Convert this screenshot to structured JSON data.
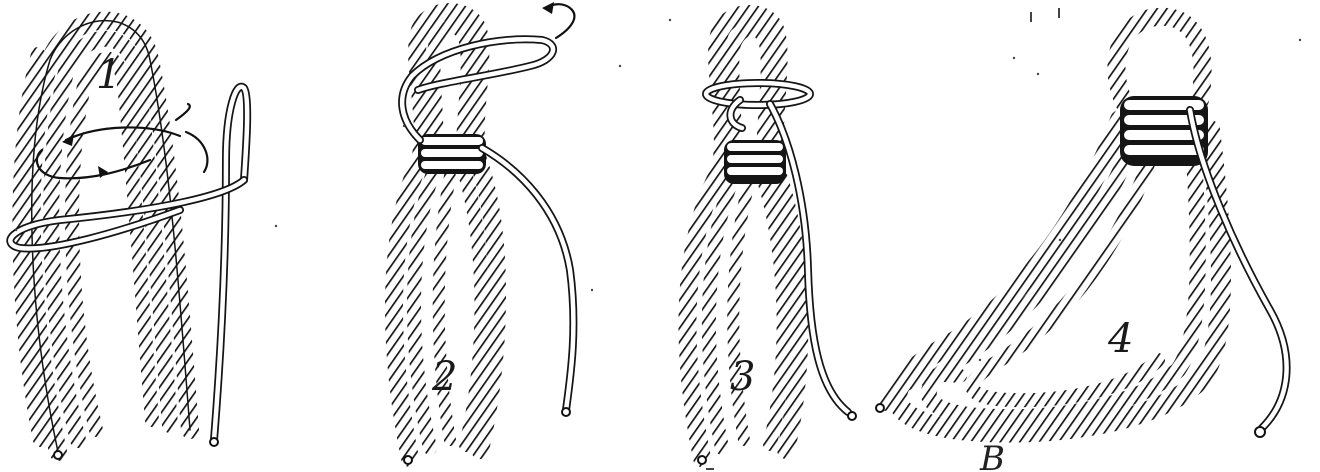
{
  "figure": {
    "panels": [
      {
        "id": "1",
        "label": "1"
      },
      {
        "id": "2",
        "label": "2"
      },
      {
        "id": "3",
        "label": "3"
      },
      {
        "id": "4",
        "label": "4"
      }
    ],
    "corner_mark": "B"
  }
}
